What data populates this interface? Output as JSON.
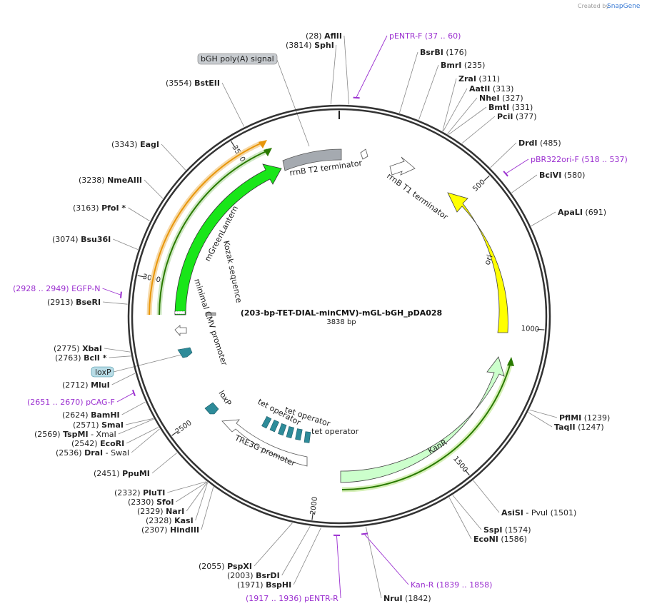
{
  "watermark": "Created by",
  "watermark_brand": "SnapGene",
  "title": "(203-bp-TET-DIAL-minCMV)-mGL-bGH_pDA028",
  "length": "3838 bp",
  "length_bp": 3838,
  "ticks": [
    {
      "pos": 500,
      "label": "500"
    },
    {
      "pos": 1000,
      "label": "1000"
    },
    {
      "pos": 1500,
      "label": "1500"
    },
    {
      "pos": 2000,
      "label": "2000"
    },
    {
      "pos": 2500,
      "label": "2500"
    },
    {
      "pos": 3000,
      "label": "3000"
    },
    {
      "pos": 3500,
      "label": "3500"
    }
  ],
  "sites": [
    {
      "id": "sphi",
      "pos": "(3814)",
      "name": "SphI"
    },
    {
      "id": "aflii",
      "pos": "(28)",
      "name": "AflII"
    },
    {
      "id": "bsrbi",
      "name": "BsrBI",
      "pos": "(176)"
    },
    {
      "id": "bmri",
      "name": "BmrI",
      "pos": "(235)"
    },
    {
      "id": "zrai",
      "name": "ZraI",
      "pos": "(311)"
    },
    {
      "id": "aatii",
      "name": "AatII",
      "pos": "(313)"
    },
    {
      "id": "nhei",
      "name": "NheI",
      "pos": "(327)"
    },
    {
      "id": "bmti",
      "name": "BmtI",
      "pos": "(331)"
    },
    {
      "id": "pcii",
      "name": "PciI",
      "pos": "(377)"
    },
    {
      "id": "drdi",
      "name": "DrdI",
      "pos": "(485)"
    },
    {
      "id": "bcivi",
      "name": "BciVI",
      "pos": "(580)"
    },
    {
      "id": "apali",
      "name": "ApaLI",
      "pos": "(691)"
    },
    {
      "id": "pflmi",
      "name": "PflMI",
      "pos": "(1239)"
    },
    {
      "id": "taqii",
      "name": "TaqII",
      "pos": "(1247)"
    },
    {
      "id": "asisi",
      "name": "AsiSI",
      "extra": " - PvuI",
      "pos": "(1501)"
    },
    {
      "id": "sspi",
      "name": "SspI",
      "pos": "(1574)"
    },
    {
      "id": "econi",
      "name": "EcoNI",
      "pos": "(1586)"
    },
    {
      "id": "nrui",
      "pos": "(1842)",
      "name": "NruI"
    },
    {
      "id": "bsphi",
      "pos": "(1971)",
      "name": "BspHI"
    },
    {
      "id": "bsrdi",
      "pos": "(2003)",
      "name": "BsrDI"
    },
    {
      "id": "pspxi",
      "pos": "(2055)",
      "name": "PspXI"
    },
    {
      "id": "hindiii",
      "pos": "(2307)",
      "name": "HindIII"
    },
    {
      "id": "kasi",
      "pos": "(2328)",
      "name": "KasI"
    },
    {
      "id": "nari",
      "pos": "(2329)",
      "name": "NarI"
    },
    {
      "id": "sfoi",
      "pos": "(2330)",
      "name": "SfoI"
    },
    {
      "id": "pluti",
      "pos": "(2332)",
      "name": "PluTI"
    },
    {
      "id": "ppumi",
      "pos": "(2451)",
      "name": "PpuMI"
    },
    {
      "id": "drai",
      "pos": "(2536)",
      "name": "DraI",
      "extra": " - SwaI"
    },
    {
      "id": "ecori",
      "pos": "(2542)",
      "name": "EcoRI"
    },
    {
      "id": "tspmi",
      "pos": "(2569)",
      "name": "TspMI",
      "extra": " - XmaI"
    },
    {
      "id": "smai",
      "pos": "(2571)",
      "name": "SmaI"
    },
    {
      "id": "bamhi",
      "pos": "(2624)",
      "name": "BamHI"
    },
    {
      "id": "mlui",
      "pos": "(2712)",
      "name": "MluI"
    },
    {
      "id": "bcli",
      "pos": "(2763)",
      "name": "BclI *"
    },
    {
      "id": "xbai",
      "pos": "(2775)",
      "name": "XbaI"
    },
    {
      "id": "bseri",
      "pos": "(2913)",
      "name": "BseRI"
    },
    {
      "id": "bsu36i",
      "pos": "(3074)",
      "name": "Bsu36I"
    },
    {
      "id": "pfoi",
      "pos": "(3163)",
      "name": "PfoI *"
    },
    {
      "id": "nmeaiii",
      "pos": "(3238)",
      "name": "NmeAIII"
    },
    {
      "id": "eagi",
      "pos": "(3343)",
      "name": "EagI"
    },
    {
      "id": "bsteii",
      "pos": "(3554)",
      "name": "BstEII"
    }
  ],
  "primers": [
    {
      "id": "pentr-f",
      "name": "pENTR-F",
      "range": "(37 .. 60)"
    },
    {
      "id": "pbr322ori-f",
      "name": "pBR322ori-F",
      "range": "(518 .. 537)"
    },
    {
      "id": "kan-r",
      "name": "Kan-R",
      "range": "(1839 .. 1858)"
    },
    {
      "id": "pentr-r",
      "name": "pENTR-R",
      "range": "(1917 .. 1936)"
    },
    {
      "id": "pcag-f",
      "name": "pCAG-F",
      "range": "(2651 .. 2670)"
    },
    {
      "id": "egfp-n",
      "name": "EGFP-N",
      "range": "(2928 .. 2949)"
    }
  ],
  "features": {
    "bgh": "bGH poly(A) signal",
    "rrnb_t2": "rrnB T2 terminator",
    "rrnb_t1": "rrnB T1 terminator",
    "ori": "ori",
    "kanr": "KanR",
    "mgreenlantern": "mGreenLantern",
    "kozak": "Kozak sequence",
    "mincmv": "minimal CMV promoter",
    "loxp_box": "loxP",
    "loxp": "loxP",
    "tet1": "tet operator",
    "tet2": "tet operator",
    "tet3": "tet operator",
    "tre3g": "TRE3G promoter"
  },
  "colors": {
    "backbone": "#333333",
    "mgreenlantern": "#19e619",
    "ori": "#ffff00",
    "kanr": "#ccffcc",
    "terminator": "#a5aab0",
    "operator": "#2e8b99",
    "primer": "#9b30d0",
    "orf_orange": "#e8960a",
    "orf_green": "#2a7a00"
  }
}
